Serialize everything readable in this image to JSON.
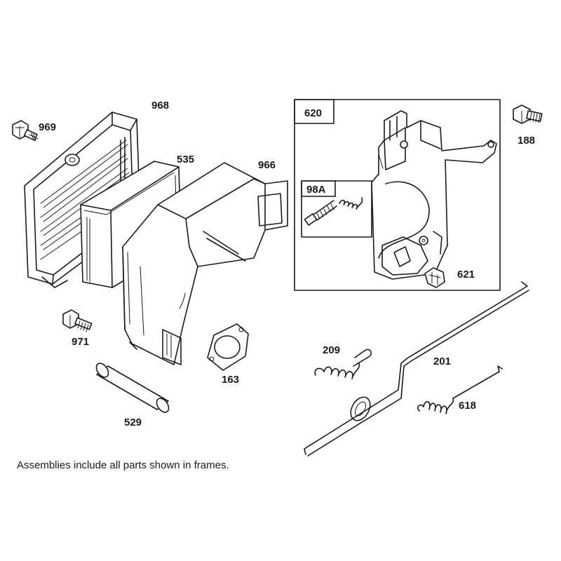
{
  "labels": {
    "p968": "968",
    "p969": "969",
    "p535": "535",
    "p966": "966",
    "p971": "971",
    "p163": "163",
    "p529": "529",
    "p620": "620",
    "p98a": "98A",
    "p188": "188",
    "p621": "621",
    "p209": "209",
    "p201": "201",
    "p618": "618"
  },
  "note": "Assemblies include all parts shown in frames."
}
